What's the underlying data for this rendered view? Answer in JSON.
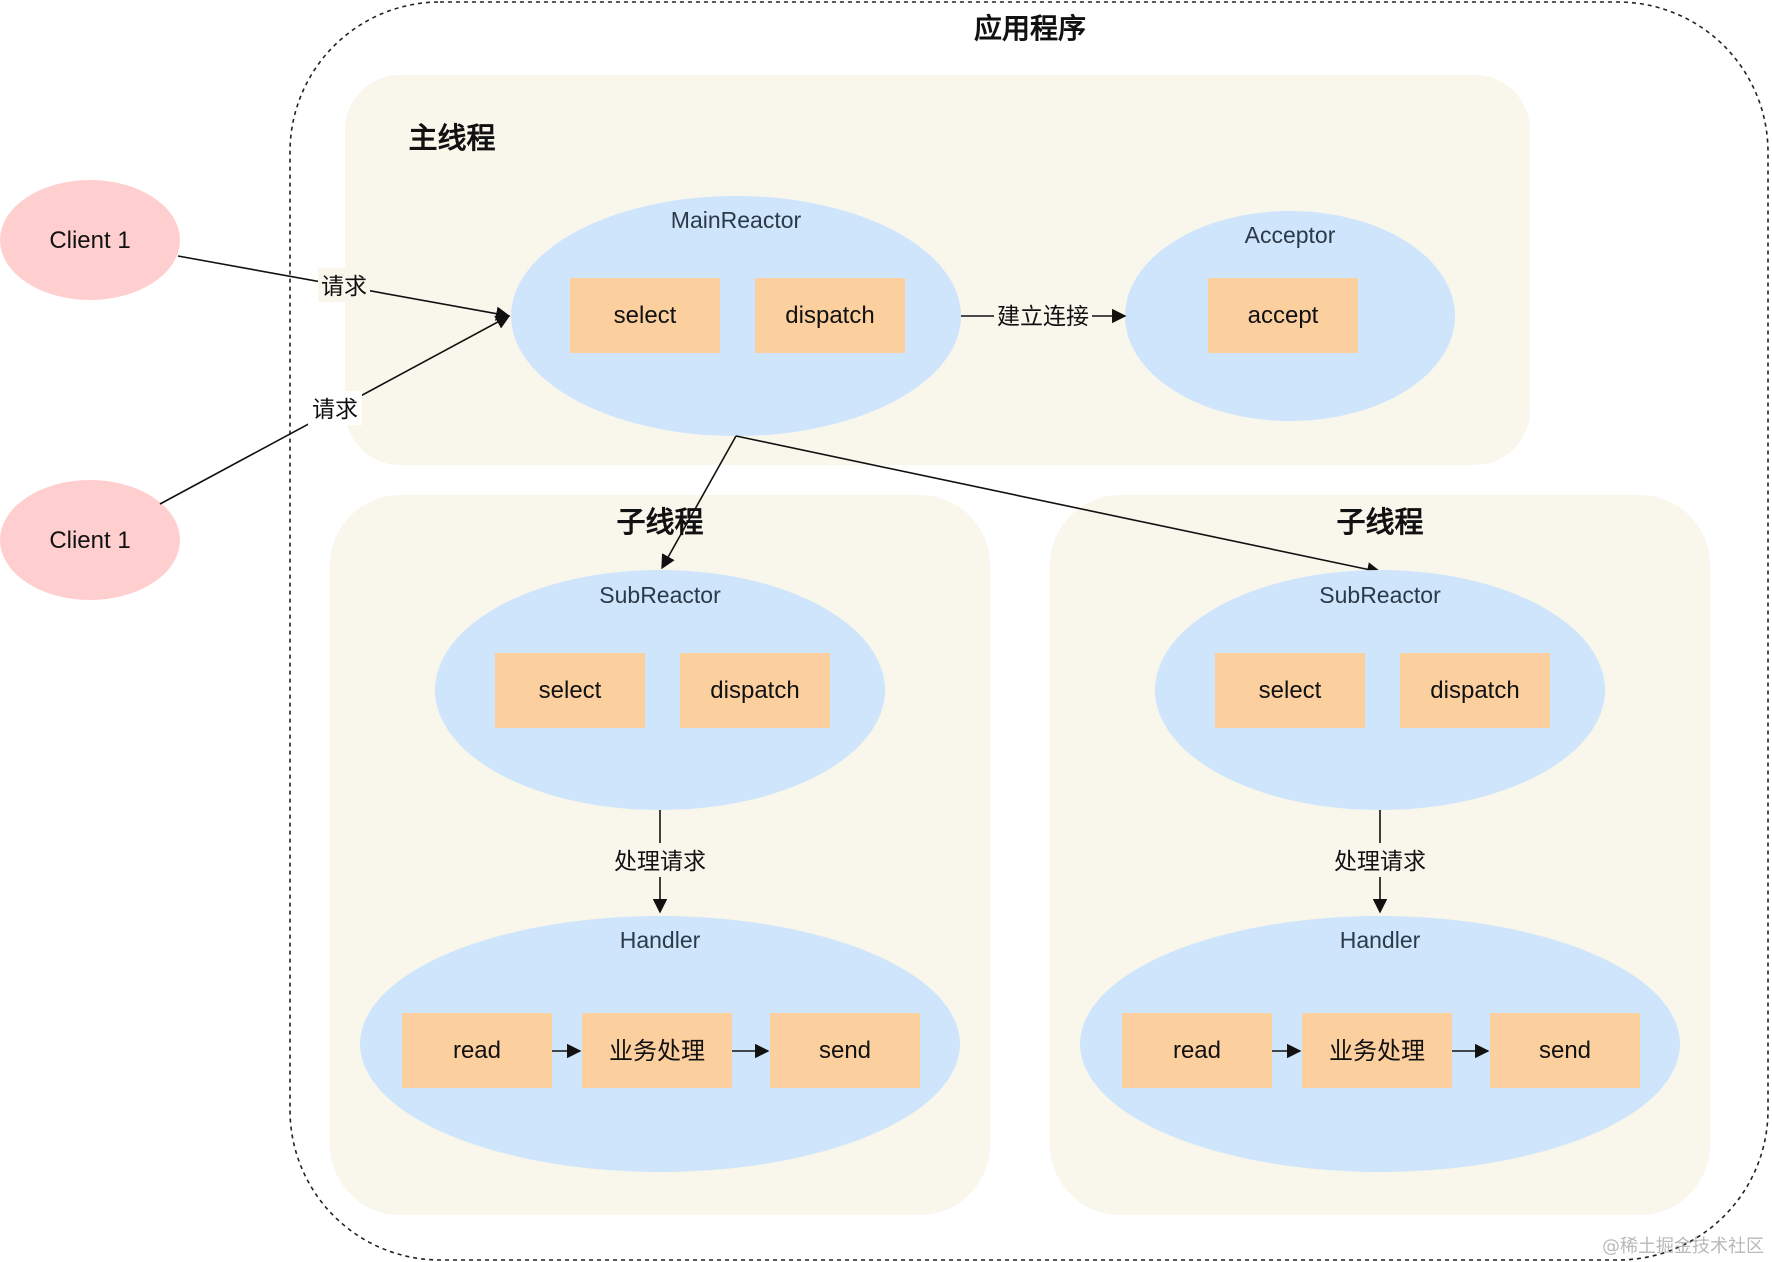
{
  "app": {
    "title": "应用程序"
  },
  "main_thread": {
    "title": "主线程",
    "main_reactor": {
      "title": "MainReactor",
      "select": "select",
      "dispatch": "dispatch"
    },
    "acceptor": {
      "title": "Acceptor",
      "accept": "accept"
    },
    "connect_label": "建立连接"
  },
  "clients": [
    {
      "label": "Client 1",
      "request_label": "请求"
    },
    {
      "label": "Client 1",
      "request_label": "请求"
    }
  ],
  "sub_threads": [
    {
      "title": "子线程",
      "sub_reactor": {
        "title": "SubReactor",
        "select": "select",
        "dispatch": "dispatch"
      },
      "process_label": "处理请求",
      "handler": {
        "title": "Handler",
        "read": "read",
        "business": "业务处理",
        "send": "send"
      }
    },
    {
      "title": "子线程",
      "sub_reactor": {
        "title": "SubReactor",
        "select": "select",
        "dispatch": "dispatch"
      },
      "process_label": "处理请求",
      "handler": {
        "title": "Handler",
        "read": "read",
        "business": "业务处理",
        "send": "send"
      }
    }
  ],
  "watermark": "@稀土掘金技术社区",
  "colors": {
    "client_fill": "#ffcfcf",
    "ellipse_fill": "#cfe5fb",
    "box_fill": "#fccf9f",
    "thread_bg": "#f9f6ec",
    "line": "#111111"
  }
}
